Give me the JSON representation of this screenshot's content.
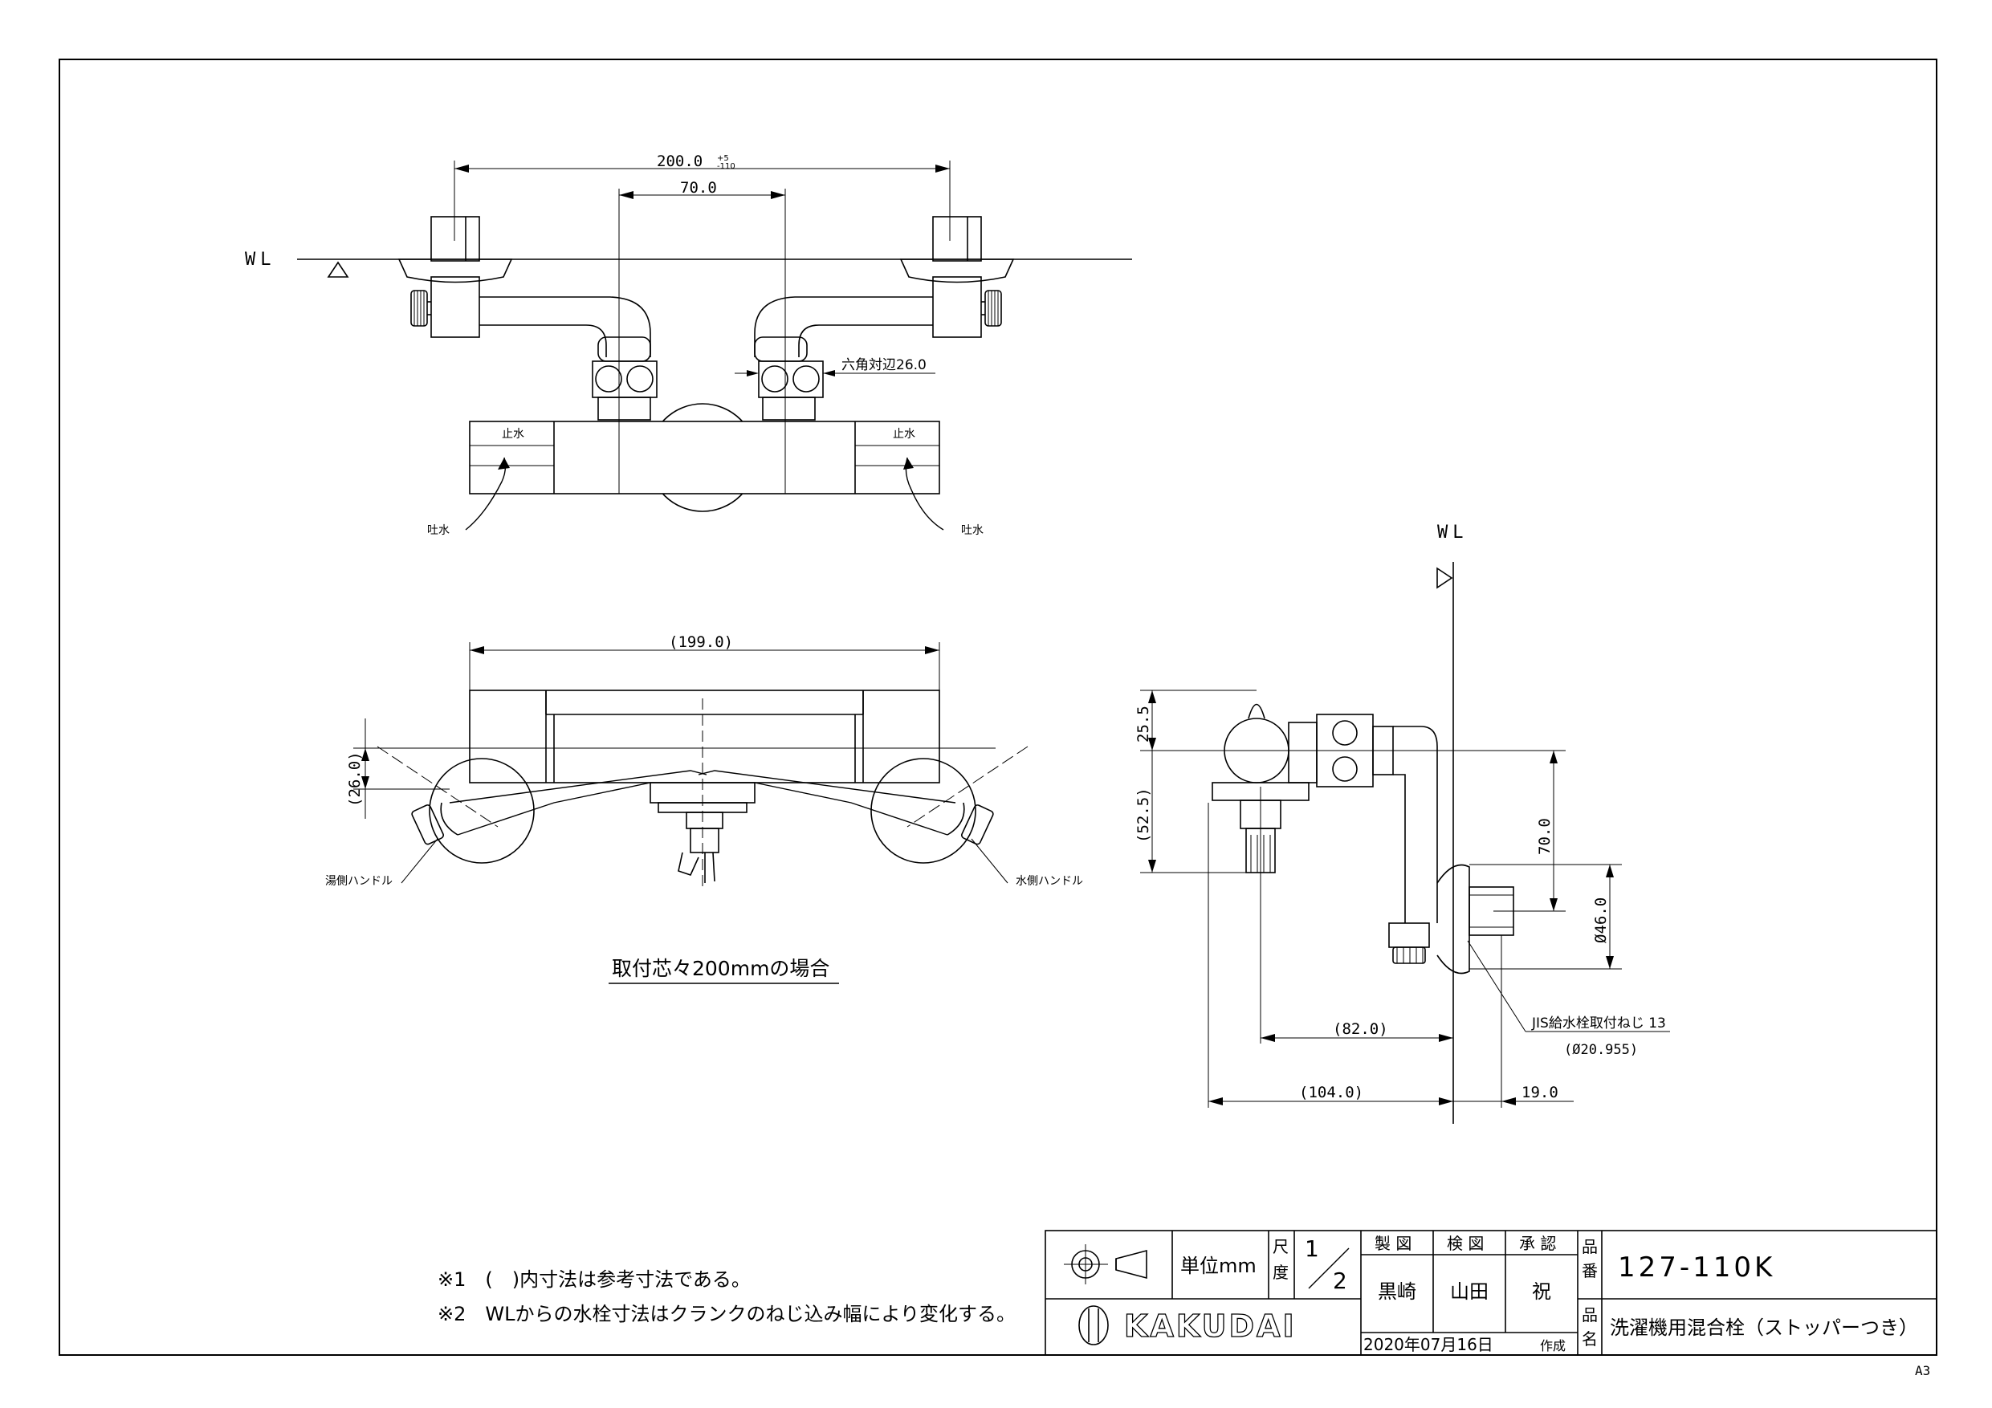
{
  "labels": {
    "wl": "WL",
    "dim_top_total": "200.0",
    "dim_top_total_tol_upper": "+5",
    "dim_top_total_tol_lower": "-110",
    "dim_top_center": "70.0",
    "hex_width": "六角対辺26.0",
    "stop_left": "止水",
    "stop_right": "止水",
    "spout_left": "吐水",
    "spout_right": "吐水",
    "dim_199": "(199.0)",
    "dim_26": "(26.0)",
    "hot_handle": "湯側ハンドル",
    "cold_handle": "水側ハンドル",
    "caption": "取付芯々200mmの場合",
    "side_25_5": "25.5",
    "side_52_5": "(52.5)",
    "side_70": "70.0",
    "side_46": "Ø46.0",
    "side_82": "(82.0)",
    "side_104": "(104.0)",
    "side_19": "19.0",
    "jis_label": "JIS給水栓取付ねじ 13",
    "jis_sub": "(Ø20.955)"
  },
  "notes": {
    "n1": "※1　(　)内寸法は参考寸法である。",
    "n2": "※2　WLからの水栓寸法はクランクのねじ込み幅により変化する。"
  },
  "title_block": {
    "unit_label": "単位mm",
    "scale_label_1": "尺",
    "scale_label_2": "度",
    "scale_num": "1",
    "scale_den": "2",
    "made_label": "製 図",
    "check_label": "検 図",
    "approve_label": "承 認",
    "made_by": "黒崎",
    "checked_by": "山田",
    "approved_by": "祝",
    "product_no_label_1": "品",
    "product_no_label_2": "番",
    "product_no": "127-110K",
    "product_name_label_1": "品",
    "product_name_label_2": "名",
    "product_name": "洗濯機用混合栓（ストッパーつき）",
    "date": "2020年07月16日",
    "date_suffix": "作成",
    "brand": "KAKUDAI"
  },
  "sheet_size": "A3"
}
